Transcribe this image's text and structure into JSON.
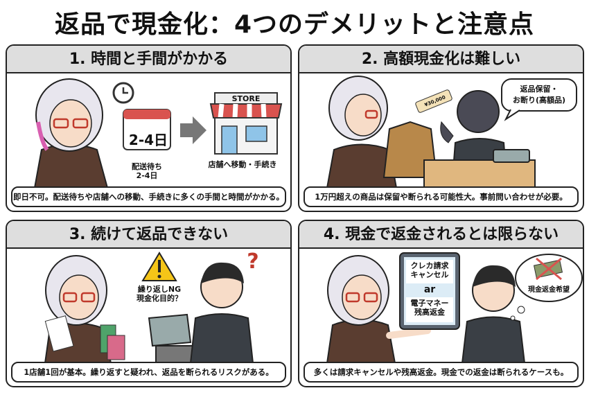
{
  "title": "返品で現金化：4つのデメリットと注意点",
  "panels": [
    {
      "heading": "1. 時間と手間がかかる",
      "calendar": "2-4日",
      "calendar_label": [
        "配送待ち",
        "2-4日"
      ],
      "store_sign": "STORE",
      "store_label": "店舗へ移動・手続き",
      "caption": "即日不可。配送待ちや店舗への移動、手続きに多くの手間と時間がかかる。"
    },
    {
      "heading": "2. 高額現金化は難しい",
      "price_tag": "¥30,000",
      "speech": [
        "返品保留・",
        "お断り(高額品)"
      ],
      "caption": "1万円超えの商品は保留や断られる可能性大。事前問い合わせが必要。"
    },
    {
      "heading": "3. 続けて返品できない",
      "warning": [
        "繰り返しNG",
        "現金化目的？"
      ],
      "question": "?",
      "caption": "1店舗1回が基本。繰り返すと疑われ、返品を断られるリスクがある。"
    },
    {
      "heading": "4. 現金で返金されるとは限らない",
      "sign_top": [
        "クレカ請求",
        "キャンセル"
      ],
      "sign_or": "ar",
      "sign_bottom": [
        "電子マネー",
        "残高返金"
      ],
      "thought": "現金返金希望",
      "caption": "多くは請求キャンセルや残高返金。現金での返金は断られるケースも。"
    }
  ],
  "colors": {
    "header_bg": "#dedede",
    "border": "#222222",
    "suit": "#5a3d30",
    "apron": "#3a3f45",
    "awning_red": "#d9534f",
    "warning": "#f5c518"
  }
}
